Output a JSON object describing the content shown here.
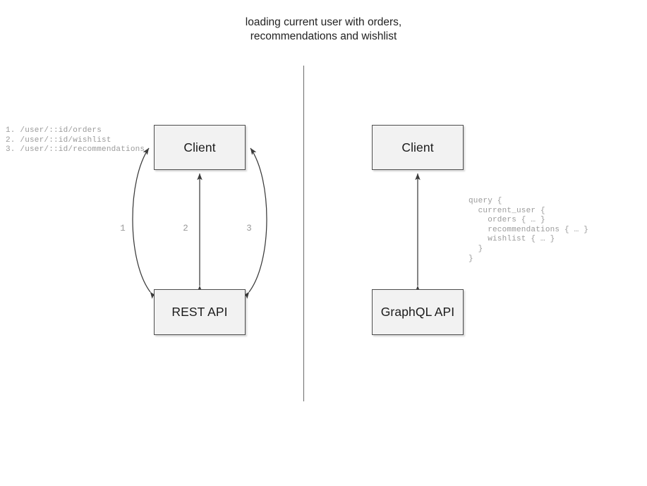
{
  "diagram": {
    "title": "loading current user with orders,\nrecommendations and wishlist",
    "divider": {
      "label": "vertical-comparison-divider"
    },
    "colors": {
      "node_fill": "#f2f2f2",
      "node_border": "#4d4d4d",
      "arrow": "#3a3a3a",
      "code_text": "#9b9b9b",
      "divider": "#6b6b6b",
      "title_text": "#222222"
    },
    "rest_side": {
      "client_label": "Client",
      "api_label": "REST API",
      "endpoints": "1. /user/::id/orders\n2. /user/::id/wishlist\n3. /user/::id/recommendations",
      "edges": [
        {
          "label": "1",
          "shape": "curve-left",
          "direction": "bidirectional"
        },
        {
          "label": "2",
          "shape": "straight",
          "direction": "bidirectional"
        },
        {
          "label": "3",
          "shape": "curve-right",
          "direction": "bidirectional"
        }
      ]
    },
    "graphql_side": {
      "client_label": "Client",
      "api_label": "GraphQL API",
      "query": "query {\n  current_user {\n    orders { … }\n    recommendations { … }\n    wishlist { … }\n  }\n}",
      "edges": [
        {
          "label": "",
          "shape": "straight",
          "direction": "bidirectional"
        }
      ]
    }
  }
}
